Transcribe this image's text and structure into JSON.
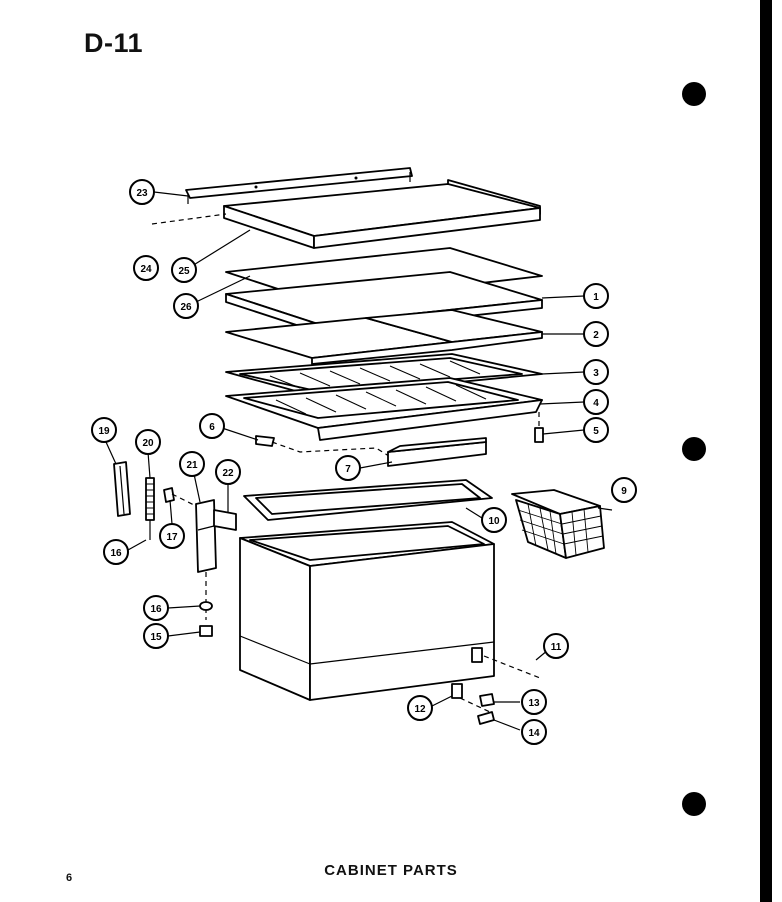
{
  "page_code": "D-11",
  "caption": "CABINET PARTS",
  "page_number": "6",
  "colors": {
    "ink": "#000000",
    "paper": "#ffffff",
    "speckle": "#555555"
  },
  "callouts": {
    "c1": "1",
    "c2": "2",
    "c3": "3",
    "c4": "4",
    "c5": "5",
    "c6": "6",
    "c7": "7",
    "c9": "9",
    "c10": "10",
    "c11": "11",
    "c12": "12",
    "c13": "13",
    "c14": "14",
    "c15": "15",
    "c16": "16",
    "c16b": "16",
    "c17": "17",
    "c19": "19",
    "c20": "20",
    "c21": "21",
    "c22": "22",
    "c23": "23",
    "c24": "24",
    "c25": "25",
    "c26": "26"
  }
}
